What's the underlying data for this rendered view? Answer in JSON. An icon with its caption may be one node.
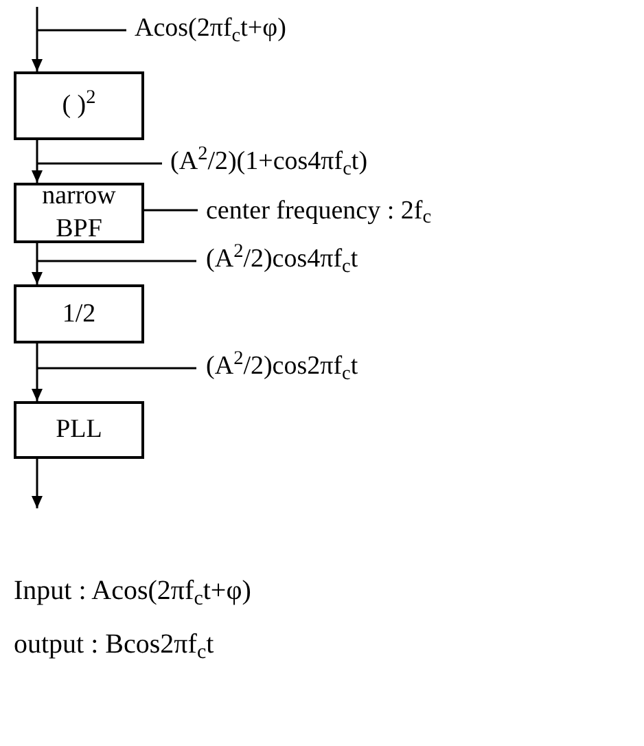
{
  "diagram": {
    "nodes": [
      {
        "text": [
          "( )$^{2}$"
        ]
      },
      {
        "text": [
          "narrow BPF"
        ]
      },
      {
        "text": [
          "1/2"
        ]
      },
      {
        "text": [
          "PLL"
        ]
      },
      {
        "text": [
          "center frequency : 2f$_{c}$"
        ]
      }
    ],
    "edges": [
      {
        "from": null,
        "to": 0,
        "arrow": "to",
        "label": "Acos(2πf$_{c}$t+φ)"
      },
      {
        "from": 0,
        "to": 1,
        "arrow": "to",
        "label": "(A$^{2}$/2)(1+cos4πf$_{c}$t)"
      },
      {
        "from": 1,
        "to": 2,
        "arrow": "to",
        "label": "(A$^{2}$/2)cos4πf$_{c}$t"
      },
      {
        "from": 2,
        "to": 3,
        "arrow": "to",
        "label": "(A$^{2}$/2)cos2πf$_{c}$t"
      },
      {
        "from": 3,
        "to": null,
        "arrow": "to"
      },
      {
        "from": 4,
        "to": 1,
        "arrow": "none"
      }
    ],
    "labels": [
      "Input : Acos(2πf$_{c}$t+φ)",
      "output : Bcos2πf$_{c}$t"
    ]
  }
}
